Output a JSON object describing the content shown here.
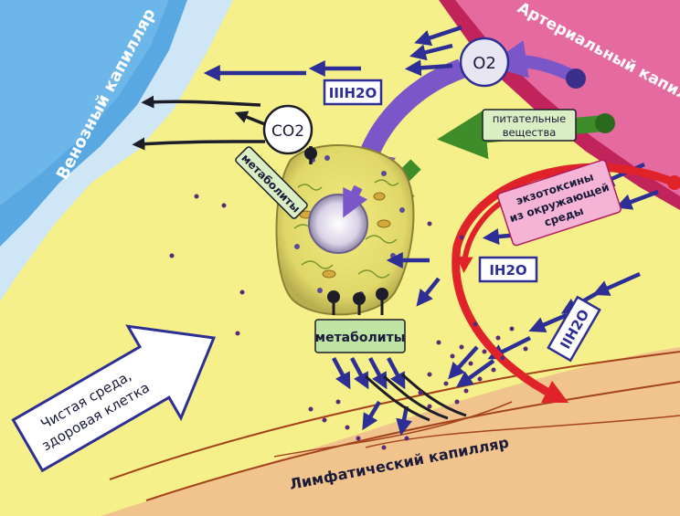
{
  "labels": {
    "venous": "Венозный капилляр",
    "arterial": "Артериальный капилляр",
    "lymphatic": "Лимфатический капилляр",
    "o2": "O2",
    "co2": "CO2",
    "nutrients_1": "питательные",
    "nutrients_2": "вещества",
    "metabolites_small": "метаболиты",
    "metabolites_large": "метаболиты",
    "exotoxins_1": "экзотоксины",
    "exotoxins_2": "из окружающей",
    "exotoxins_3": "среды",
    "water_3": "IIIH2O",
    "water_1": "IH2O",
    "water_2": "IIH2O",
    "clean_1": "Чистая среда,",
    "clean_2": "здоровая клетка"
  },
  "colors": {
    "background": "#f6f08a",
    "venous": "#5aa8e2",
    "arterial": "#e46aa0",
    "lymph": "#e8a86a",
    "arrow_blue": "#2e2f96",
    "arrow_violet": "#7a56c8",
    "arrow_green": "#3f8c2a",
    "arrow_red": "#e0222a"
  }
}
